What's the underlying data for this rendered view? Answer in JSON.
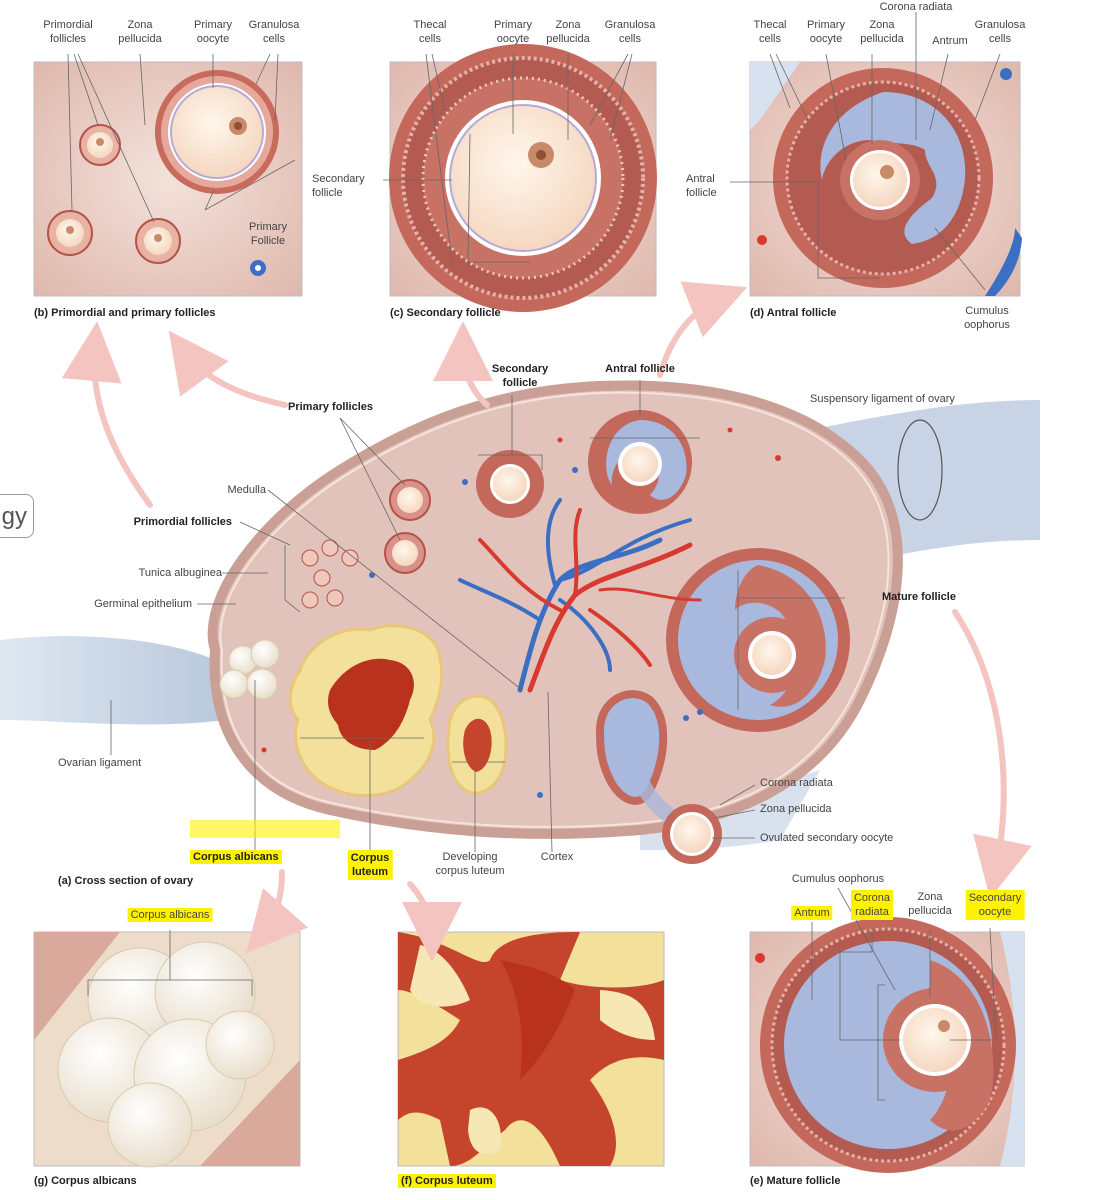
{
  "colors": {
    "stroma": "#e9cfc6",
    "tissue_dark": "#b5524a",
    "oocyte": "#fbe9d6",
    "antrum": "#a9b8dd",
    "corpus_luteum": "#f3e09a",
    "corpus_luteum_core": "#b8321e",
    "vessel_red": "#d83a30",
    "vessel_blue": "#3b6fc4",
    "highlight": "#fff200",
    "arrow": "#f3c4c0"
  },
  "corner_tab": "gy",
  "panels": {
    "b": {
      "caption": "(b) Primordial and primary follicles",
      "labels": {
        "primordial_follicles": "Primordial\nfollicles",
        "zona_pellucida": "Zona\npellucida",
        "primary_oocyte": "Primary\noocyte",
        "granulosa_cells": "Granulosa\ncells",
        "primary_follicle": "Primary\nFollicle"
      }
    },
    "c": {
      "caption": "(c) Secondary follicle",
      "labels": {
        "thecal_cells": "Thecal\ncells",
        "primary_oocyte": "Primary\noocyte",
        "zona_pellucida": "Zona\npellucida",
        "granulosa_cells": "Granulosa\ncells",
        "secondary_follicle": "Secondary\nfollicle"
      }
    },
    "d": {
      "caption": "(d) Antral follicle",
      "labels": {
        "thecal_cells": "Thecal\ncells",
        "primary_oocyte": "Primary\noocyte",
        "corona_radiata": "Corona radiata",
        "zona_pellucida": "Zona\npellucida",
        "antrum": "Antrum",
        "granulosa_cells": "Granulosa\ncells",
        "antral_follicle": "Antral\nfollicle",
        "cumulus_oophorus": "Cumulus\noophorus"
      }
    },
    "a": {
      "caption": "(a) Cross section of ovary",
      "labels": {
        "primary_follicles": "Primary follicles",
        "secondary_follicle": "Secondary\nfollicle",
        "antral_follicle": "Antral follicle",
        "suspensory_ligament": "Suspensory ligament of ovary",
        "medulla": "Medulla",
        "primordial_follicles": "Primordial follicles",
        "tunica_albuginea": "Tunica albuginea",
        "germinal_epithelium": "Germinal epithelium",
        "mature_follicle": "Mature follicle",
        "ovarian_ligament": "Ovarian ligament",
        "corona_radiata": "Corona radiata",
        "zona_pellucida": "Zona pellucida",
        "ovulated_secondary_oocyte": "Ovulated secondary oocyte",
        "corpus_albicans": "Corpus albicans",
        "corpus_luteum": "Corpus\nluteum",
        "developing_corpus_luteum": "Developing\ncorpus luteum",
        "cortex": "Cortex"
      }
    },
    "g": {
      "caption": "(g) Corpus albicans",
      "labels": {
        "corpus_albicans": "Corpus albicans"
      }
    },
    "f": {
      "caption": "(f) Corpus luteum",
      "labels": {}
    },
    "e": {
      "caption": "(e) Mature follicle",
      "labels": {
        "cumulus_oophorus": "Cumulus oophorus",
        "antrum": "Antrum",
        "corona_radiata": "Corona\nradiata",
        "zona_pellucida": "Zona\npellucida",
        "secondary_oocyte": "Secondary\noocyte"
      }
    }
  }
}
